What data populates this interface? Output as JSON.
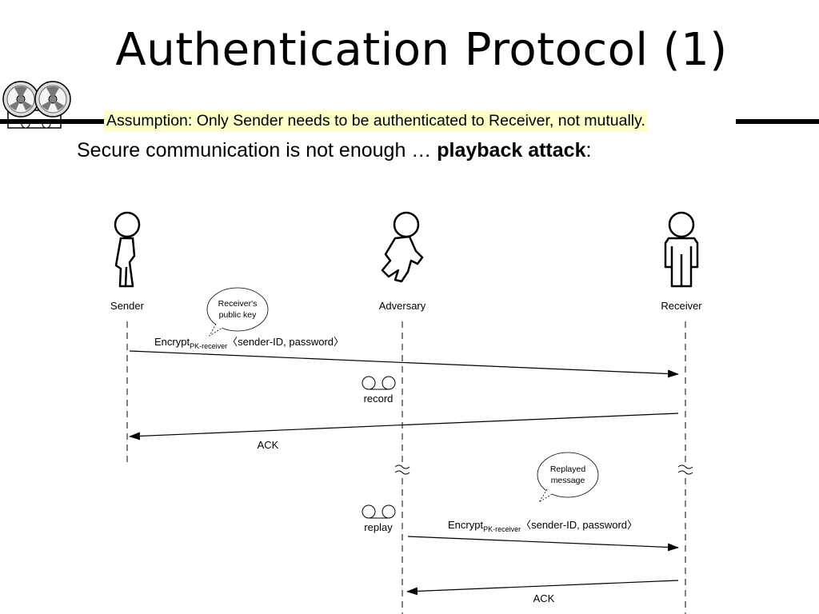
{
  "slide": {
    "title": "Authentication Protocol (1)",
    "assumption": "Assumption: Only Sender needs to be authenticated to Receiver, not mutually.",
    "subtitle_plain": "Secure communication is not enough … ",
    "subtitle_bold": "playback attack",
    "subtitle_end": ":"
  },
  "actors": {
    "sender": "Sender",
    "adversary": "Adversary",
    "receiver": "Receiver"
  },
  "bubbles": {
    "pk_line1": "Receiver's",
    "pk_line2": "public key",
    "replay_line1": "Replayed",
    "replay_line2": "message"
  },
  "messages": {
    "m1_encrypt": "Encrypt",
    "m1_sub": "PK-receiver",
    "m1_args": "〈sender-ID, password〉",
    "record": "record",
    "ack1": "ACK",
    "replay": "replay",
    "m2_encrypt": "Encrypt",
    "m2_sub": "PK-receiver",
    "m2_args": "〈sender-ID, password〉",
    "ack2": "ACK"
  },
  "colors": {
    "assumption_highlight": "#ffffcc",
    "line": "#000000"
  }
}
